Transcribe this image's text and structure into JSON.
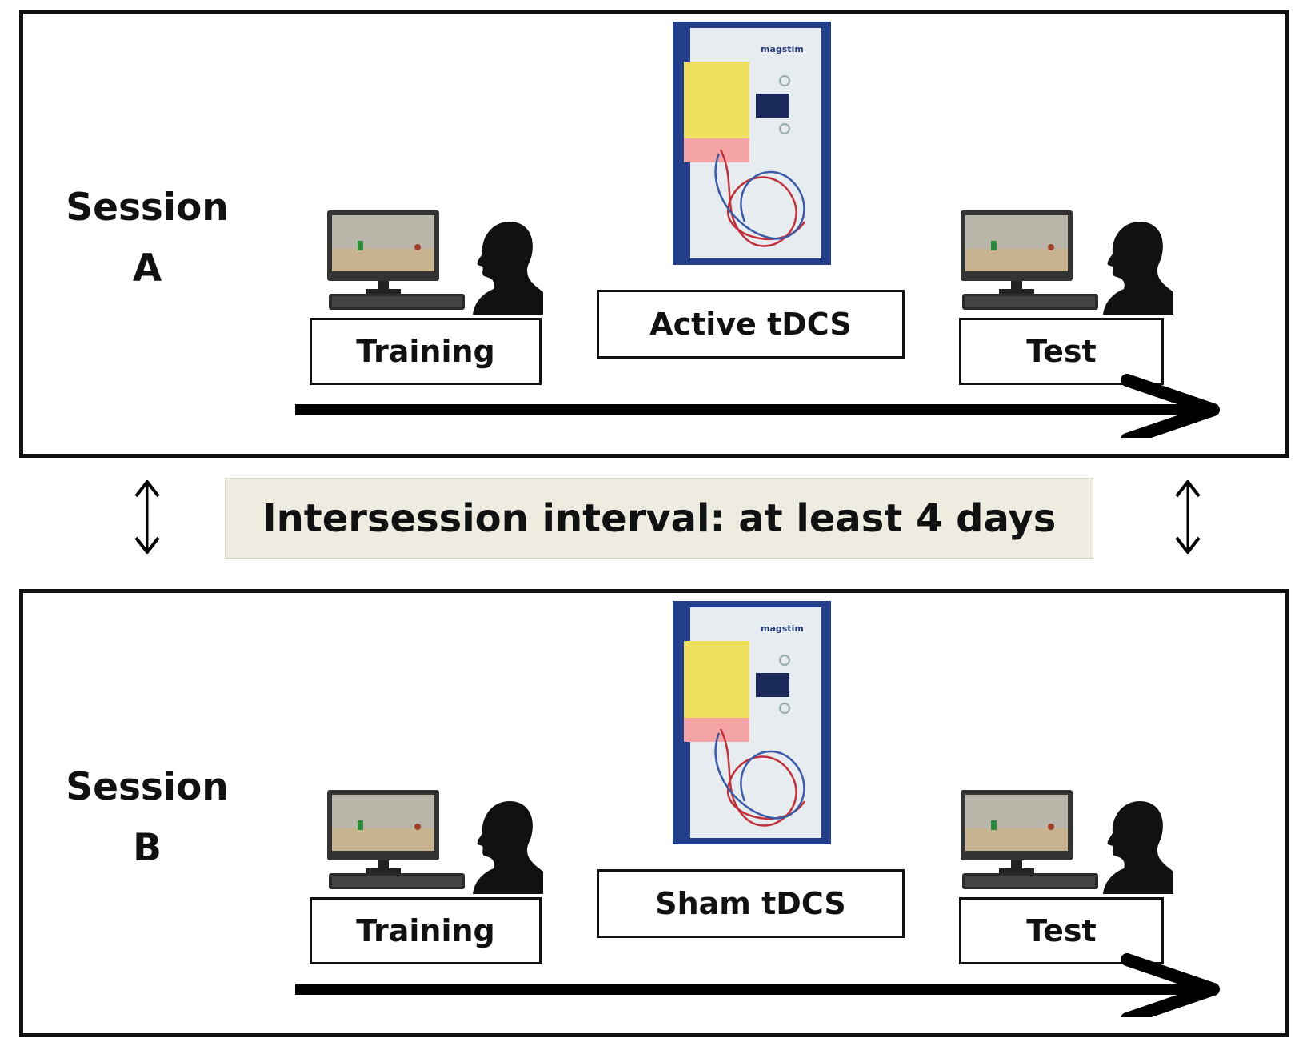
{
  "interval": {
    "text": "Intersession interval: at least 4 days"
  },
  "sessions": [
    {
      "label_line1": "Session",
      "label_line2": "A",
      "training": "Training",
      "stimulation": "Active tDCS",
      "test": "Test"
    },
    {
      "label_line1": "Session",
      "label_line2": "B",
      "training": "Training",
      "stimulation": "Sham tDCS",
      "test": "Test"
    }
  ],
  "device": {
    "brand": "magstim"
  },
  "colors": {
    "frame": "#111111",
    "interval_band": "#eeece1",
    "device_background": "#233f8c",
    "sponge": "#f0e060",
    "cable_red": "#c0303a",
    "cable_blue": "#3a5aa8"
  },
  "icons": [
    "computer-icon",
    "head-silhouette-icon",
    "tdcs-device-image",
    "timeline-arrow",
    "double-headed-arrow-icon"
  ]
}
